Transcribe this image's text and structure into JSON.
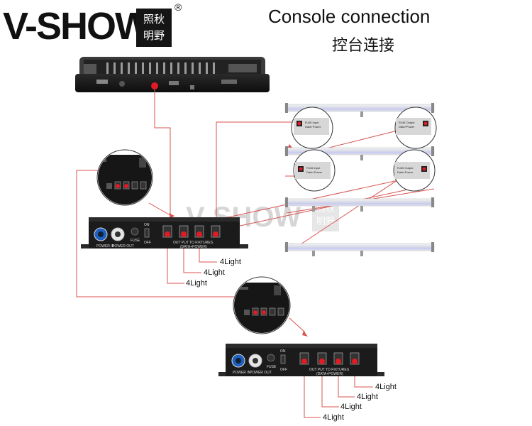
{
  "brand": {
    "logo_text": "V-SHOW",
    "seal_line1": "照秋",
    "seal_line2": "明野",
    "registered": "®"
  },
  "header": {
    "title": "Console connection",
    "subtitle": "控台连接"
  },
  "controller_top": {
    "power_in": "POWER IN",
    "power_out": "POWER OUT",
    "fuse": "FUSE",
    "on": "ON",
    "off": "OFF",
    "output_line1": "OUT PUT TO FIXTURES",
    "output_line2": "(DATA+POWER)",
    "light_labels": [
      "4Light",
      "4Light",
      "4Light"
    ]
  },
  "controller_bottom": {
    "power_in": "POWER IN",
    "power_out": "POWER OUT",
    "fuse": "FUSE",
    "on": "ON",
    "off": "OFF",
    "output_line1": "OUT PUT TO FIXTURES",
    "output_line2": "(DATA+POWER)",
    "light_labels": [
      "4Light",
      "4Light",
      "4Light",
      "4Light"
    ]
  },
  "bar_callouts": {
    "callout1_line1": "RJ45 Input",
    "callout1_line2": "Data+Power",
    "callout2_line1": "RJ45 Output",
    "callout2_line2": "Data+Power",
    "callout3_line1": "RJ45 Input",
    "callout3_line2": "Data+Power",
    "callout4_line1": "RJ45 Output",
    "callout4_line2": "Data+Power"
  },
  "watermark": {
    "text": "V-SHOW",
    "seal_line1": "照秋",
    "seal_line2": "明野"
  },
  "colors": {
    "connector_red": "#e01b24",
    "line_red": "#d9534f",
    "device_dark": "#1b1b1b"
  }
}
